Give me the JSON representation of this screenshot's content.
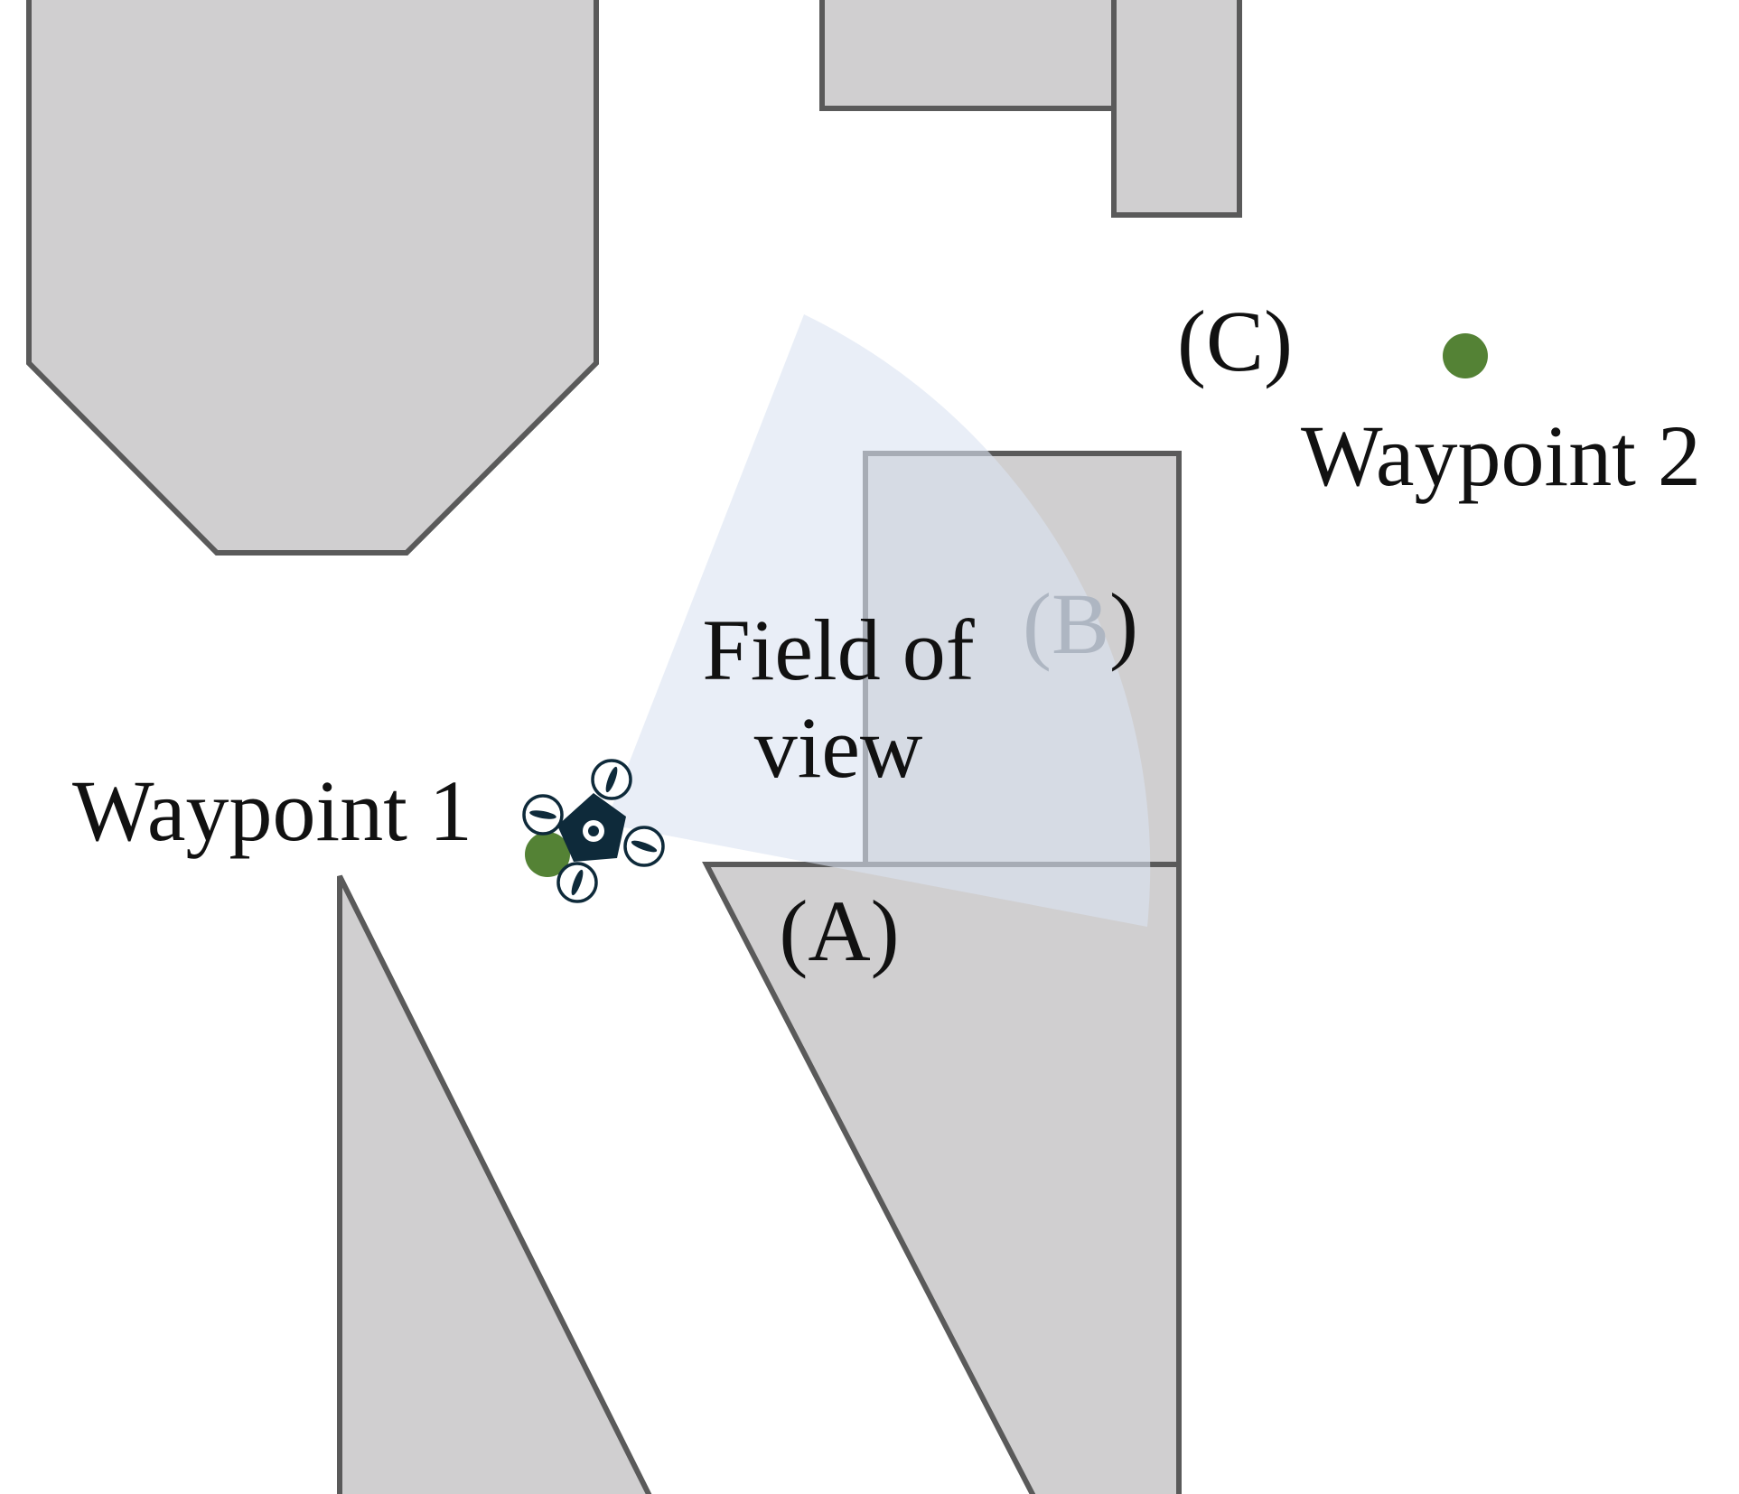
{
  "labels": {
    "waypoint_1": "Waypoint 1",
    "waypoint_2": "Waypoint 2",
    "field_of_view_line1": "Field of",
    "field_of_view_line2": "view",
    "region_a": "(A)",
    "region_b": "(B",
    "region_b_close": ")",
    "region_c": "(C)"
  },
  "colors": {
    "obstacle_fill": "#d0cfd0",
    "obstacle_stroke": "#5a5a5a",
    "waypoint": "#548235",
    "field_of_view": "#dbe3f1",
    "drone": "#0e2a3a",
    "label_faded": "#aeb6c2"
  },
  "icons": {
    "drone": "quadcopter-icon",
    "waypoint": "circle-marker"
  }
}
